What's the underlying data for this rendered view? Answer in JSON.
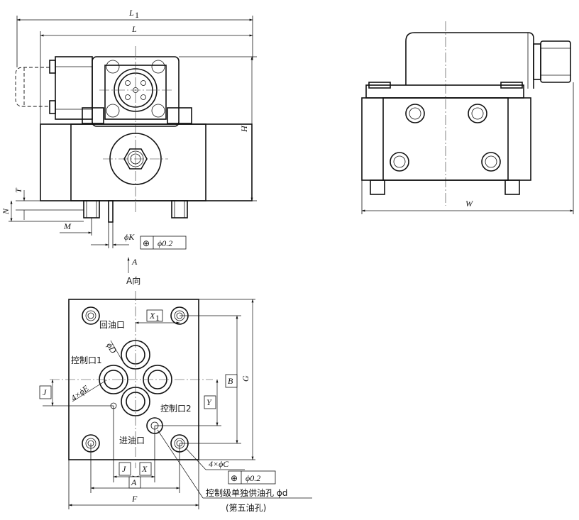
{
  "front_view": {
    "labels": {
      "L1": "L",
      "L1_sub": "1",
      "L": "L",
      "H": "H",
      "T": "T",
      "N": "N",
      "M": "M",
      "K": "ϕK"
    },
    "tolerance": {
      "symbol": "⊕",
      "value": "ϕ0.2"
    }
  },
  "side_view": {
    "labels": {
      "W": "W"
    }
  },
  "arrow": {
    "letter": "A",
    "direction_label": "A向"
  },
  "bottom_view": {
    "labels": {
      "X1": "X",
      "X1_sub": "1",
      "B": "B",
      "G": "G",
      "Y": "Y",
      "J_left": "J",
      "J_bottom": "J",
      "X_bottom": "X",
      "A_dim": "A",
      "F": "F",
      "D": "ϕD",
      "E": "4×ϕE",
      "C": "4×ϕC"
    },
    "port_labels": {
      "return": "回油口",
      "control1": "控制口1",
      "control2": "控制口2",
      "inlet": "进油口"
    },
    "tolerance": {
      "symbol": "⊕",
      "value": "ϕ0.2"
    },
    "note": {
      "main": "控制级单独供油孔 ϕd",
      "sub": "(第五油孔)"
    }
  }
}
